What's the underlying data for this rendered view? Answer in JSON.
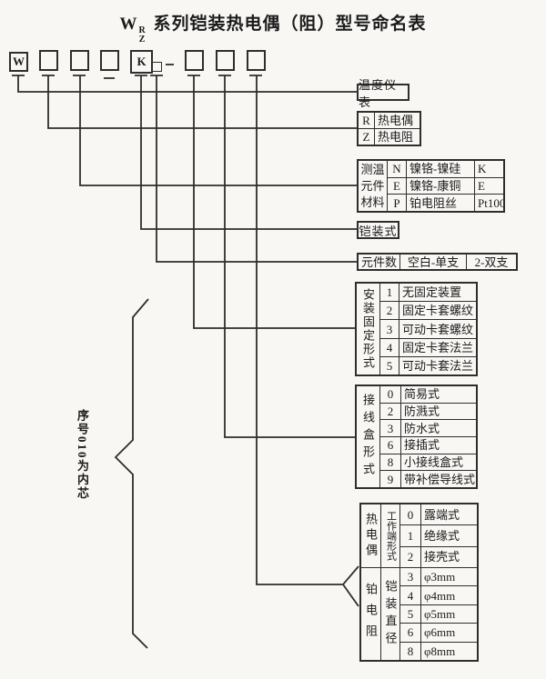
{
  "colors": {
    "line": "#2e2e2e",
    "background": "#f8f7f4",
    "text": "#1b1b1b"
  },
  "title": {
    "w": "W",
    "sup": "R",
    "sub": "Z",
    "text": "系列铠装热电偶（阻）型号命名表"
  },
  "code_row": {
    "box1": "W",
    "box5": "K",
    "dash": "–"
  },
  "left_note": "序号010为内芯",
  "temp_instrument_label": "温度仪表",
  "armored_label": "铠装式",
  "sensor_type": {
    "rows": [
      {
        "code": "R",
        "label": "热电偶"
      },
      {
        "code": "Z",
        "label": "热电阻"
      }
    ]
  },
  "element_material": {
    "header_lines": [
      "测温",
      "元件",
      "材料"
    ],
    "rows": [
      {
        "code": "N",
        "name": "镍铬-镍硅",
        "grade": "K"
      },
      {
        "code": "E",
        "name": "镍铬-康铜",
        "grade": "E"
      },
      {
        "code": "P",
        "name": "铂电阻丝",
        "grade": "Pt100"
      }
    ]
  },
  "element_count": {
    "header": "元件数",
    "opt1": "空白-单支",
    "opt2": "2-双支"
  },
  "mounting": {
    "header": "安装固定形式",
    "rows": [
      {
        "code": "1",
        "label": "无固定装置"
      },
      {
        "code": "2",
        "label": "固定卡套螺纹"
      },
      {
        "code": "3",
        "label": "可动卡套螺纹"
      },
      {
        "code": "4",
        "label": "固定卡套法兰"
      },
      {
        "code": "5",
        "label": "可动卡套法兰"
      }
    ]
  },
  "junction_box": {
    "header": "接线盒形式",
    "rows": [
      {
        "code": "0",
        "label": "简易式"
      },
      {
        "code": "2",
        "label": "防溅式"
      },
      {
        "code": "3",
        "label": "防水式"
      },
      {
        "code": "6",
        "label": "接插式"
      },
      {
        "code": "8",
        "label": "小接线盒式"
      },
      {
        "code": "9",
        "label": "带补偿导线式"
      }
    ]
  },
  "tip_diameter": {
    "group1": {
      "header": "热电偶",
      "subheader": "工作端形式",
      "rows": [
        {
          "code": "0",
          "label": "露端式"
        },
        {
          "code": "1",
          "label": "绝缘式"
        },
        {
          "code": "2",
          "label": "接壳式"
        }
      ]
    },
    "group2": {
      "header": "铂电阻",
      "subheader": "铠装直径",
      "rows": [
        {
          "code": "3",
          "label": "φ3mm"
        },
        {
          "code": "4",
          "label": "φ4mm"
        },
        {
          "code": "5",
          "label": "φ5mm"
        },
        {
          "code": "6",
          "label": "φ6mm"
        },
        {
          "code": "8",
          "label": "φ8mm"
        }
      ]
    }
  }
}
